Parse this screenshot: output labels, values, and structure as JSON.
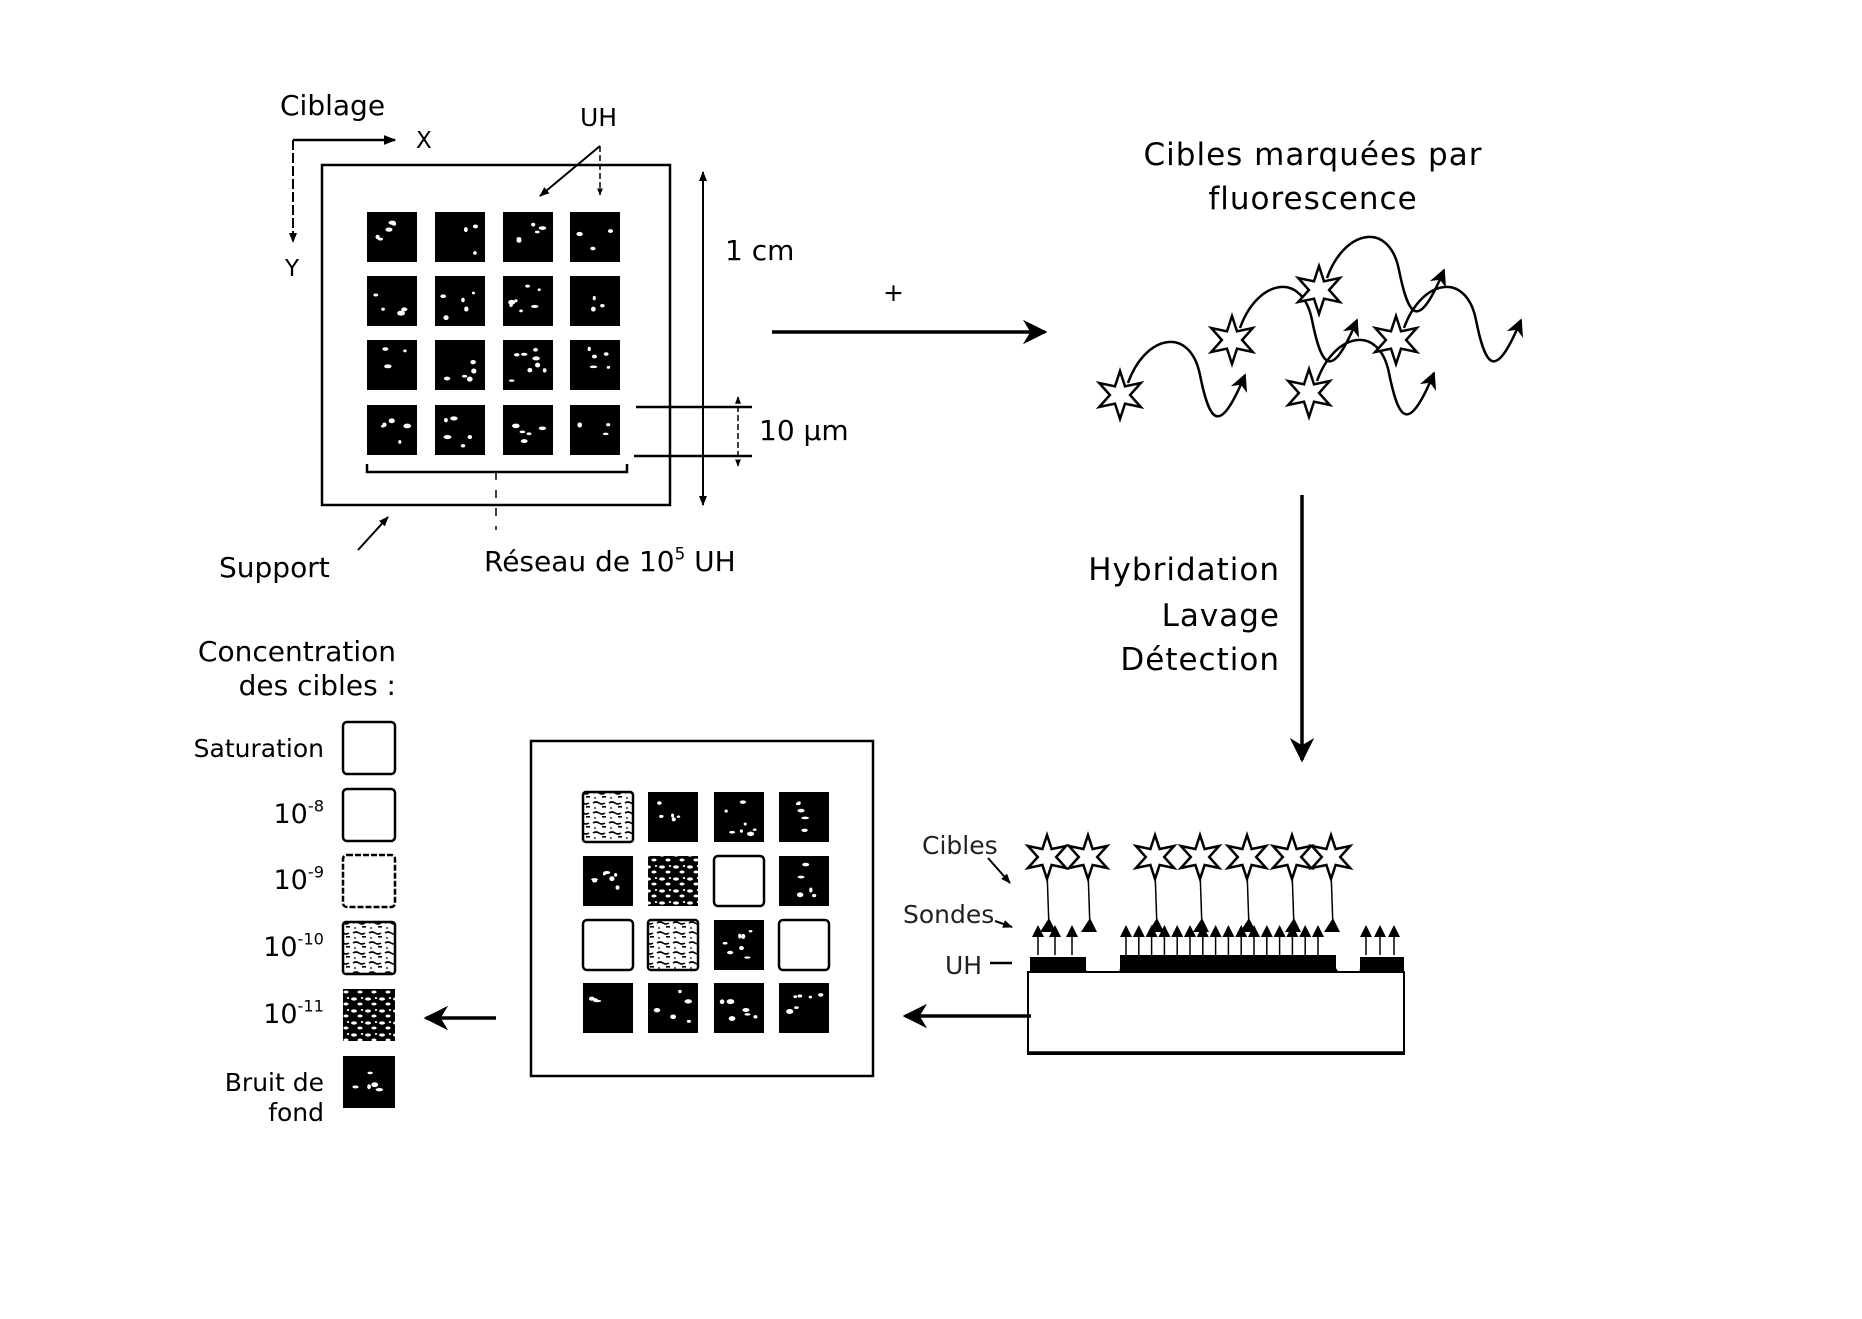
{
  "title": "Principe de détection sur biopuce (réseau d'unités d'hybridation)",
  "support_panel": {
    "targeting_label": "Ciblage",
    "x_axis_label": "X",
    "y_axis_label": "Y",
    "uh_label": "UH",
    "size_label": "1 cm",
    "pitch_label": "10 µm",
    "support_label": "Support",
    "array_label_prefix": "Réseau de 10",
    "array_label_exp": "5",
    "array_label_suffix": " UH",
    "grid_rows": 4,
    "grid_cols": 4,
    "tile_states": [
      [
        "noise",
        "noise",
        "noise",
        "noise"
      ],
      [
        "noise",
        "noise",
        "noise",
        "noise"
      ],
      [
        "noise",
        "noise",
        "noise",
        "noise"
      ],
      [
        "noise",
        "noise",
        "noise",
        "noise"
      ]
    ]
  },
  "mix_operator": "+",
  "targets_panel": {
    "title_line1": "Cibles marquées par",
    "title_line2": "fluorescence",
    "molecule_count": 5,
    "icon": "fluorescent-star-icon"
  },
  "process_steps": [
    "Hybridation",
    "Lavage",
    "Détection"
  ],
  "cross_section": {
    "targets_label": "Cibles",
    "probes_label": "Sondes",
    "uh_label": "UH",
    "hybridized_targets": 7
  },
  "result_panel": {
    "grid_rows": 4,
    "grid_cols": 4,
    "tile_states": [
      [
        "e-10",
        "noise",
        "noise",
        "noise"
      ],
      [
        "noise",
        "e-11",
        "saturation",
        "noise"
      ],
      [
        "saturation",
        "e-10",
        "noise",
        "saturation"
      ],
      [
        "noise",
        "noise",
        "noise",
        "noise"
      ]
    ]
  },
  "legend": {
    "title_line1": "Concentration",
    "title_line2": "des cibles :",
    "items": [
      {
        "key": "saturation",
        "label": "Saturation",
        "base": "",
        "exp": ""
      },
      {
        "key": "e-8",
        "label": "",
        "base": "10",
        "exp": "-8"
      },
      {
        "key": "e-9",
        "label": "",
        "base": "10",
        "exp": "-9"
      },
      {
        "key": "e-10",
        "label": "",
        "base": "10",
        "exp": "-10"
      },
      {
        "key": "e-11",
        "label": "",
        "base": "10",
        "exp": "-11"
      },
      {
        "key": "noise",
        "label": "Bruit de fond",
        "base": "",
        "exp": ""
      }
    ]
  },
  "colors": {
    "ink": "#000000",
    "paper": "#ffffff"
  }
}
